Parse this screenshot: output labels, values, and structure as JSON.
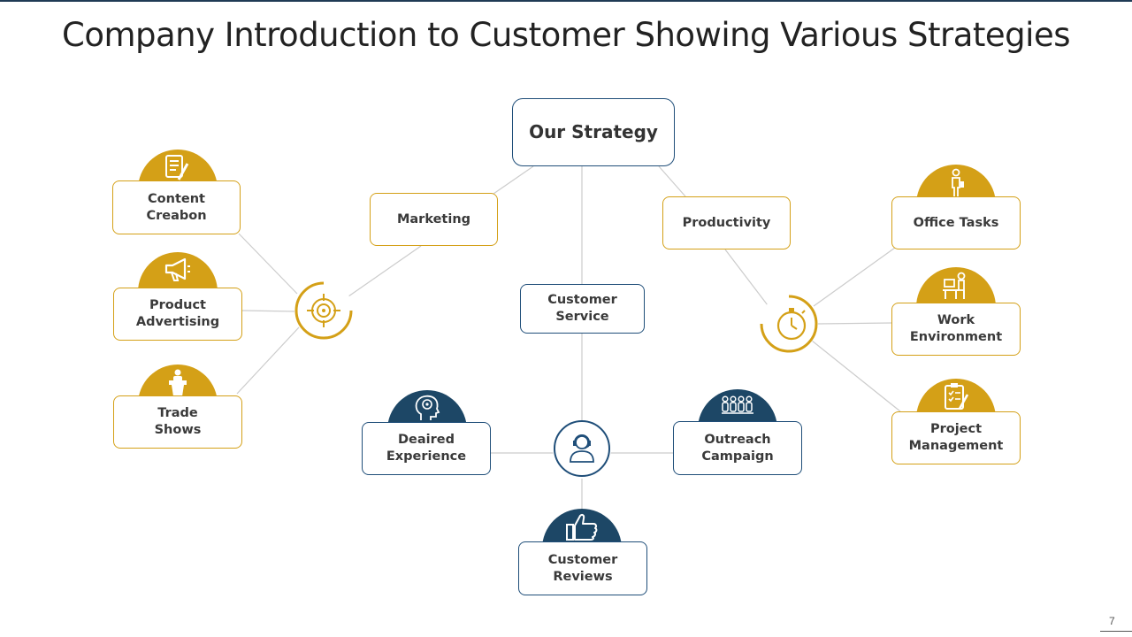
{
  "title": "Company Introduction to Customer Showing Various Strategies",
  "center": "Our Strategy",
  "branches": {
    "marketing": "Marketing",
    "productivity": "Productivity",
    "customer_service": "Customer Service"
  },
  "marketing_items": {
    "content": "Content\nCreabon",
    "advertising": "Product\nAdvertising",
    "trade": "Trade\nShows"
  },
  "productivity_items": {
    "office": "Office Tasks",
    "work": "Work\nEnvironment",
    "project": "Project\nManagement"
  },
  "service_items": {
    "experience": "Deaired\nExperience",
    "outreach": "Outreach\nCampaign",
    "reviews": "Customer\nReviews"
  },
  "page_number": "7",
  "colors": {
    "gold": "#d4a017",
    "navy": "#1f4e79",
    "line": "#cccccc"
  },
  "icons": {
    "marketing_hub": "target-icon",
    "productivity_hub": "stopwatch-icon",
    "service_hub": "headset-agent-icon"
  }
}
